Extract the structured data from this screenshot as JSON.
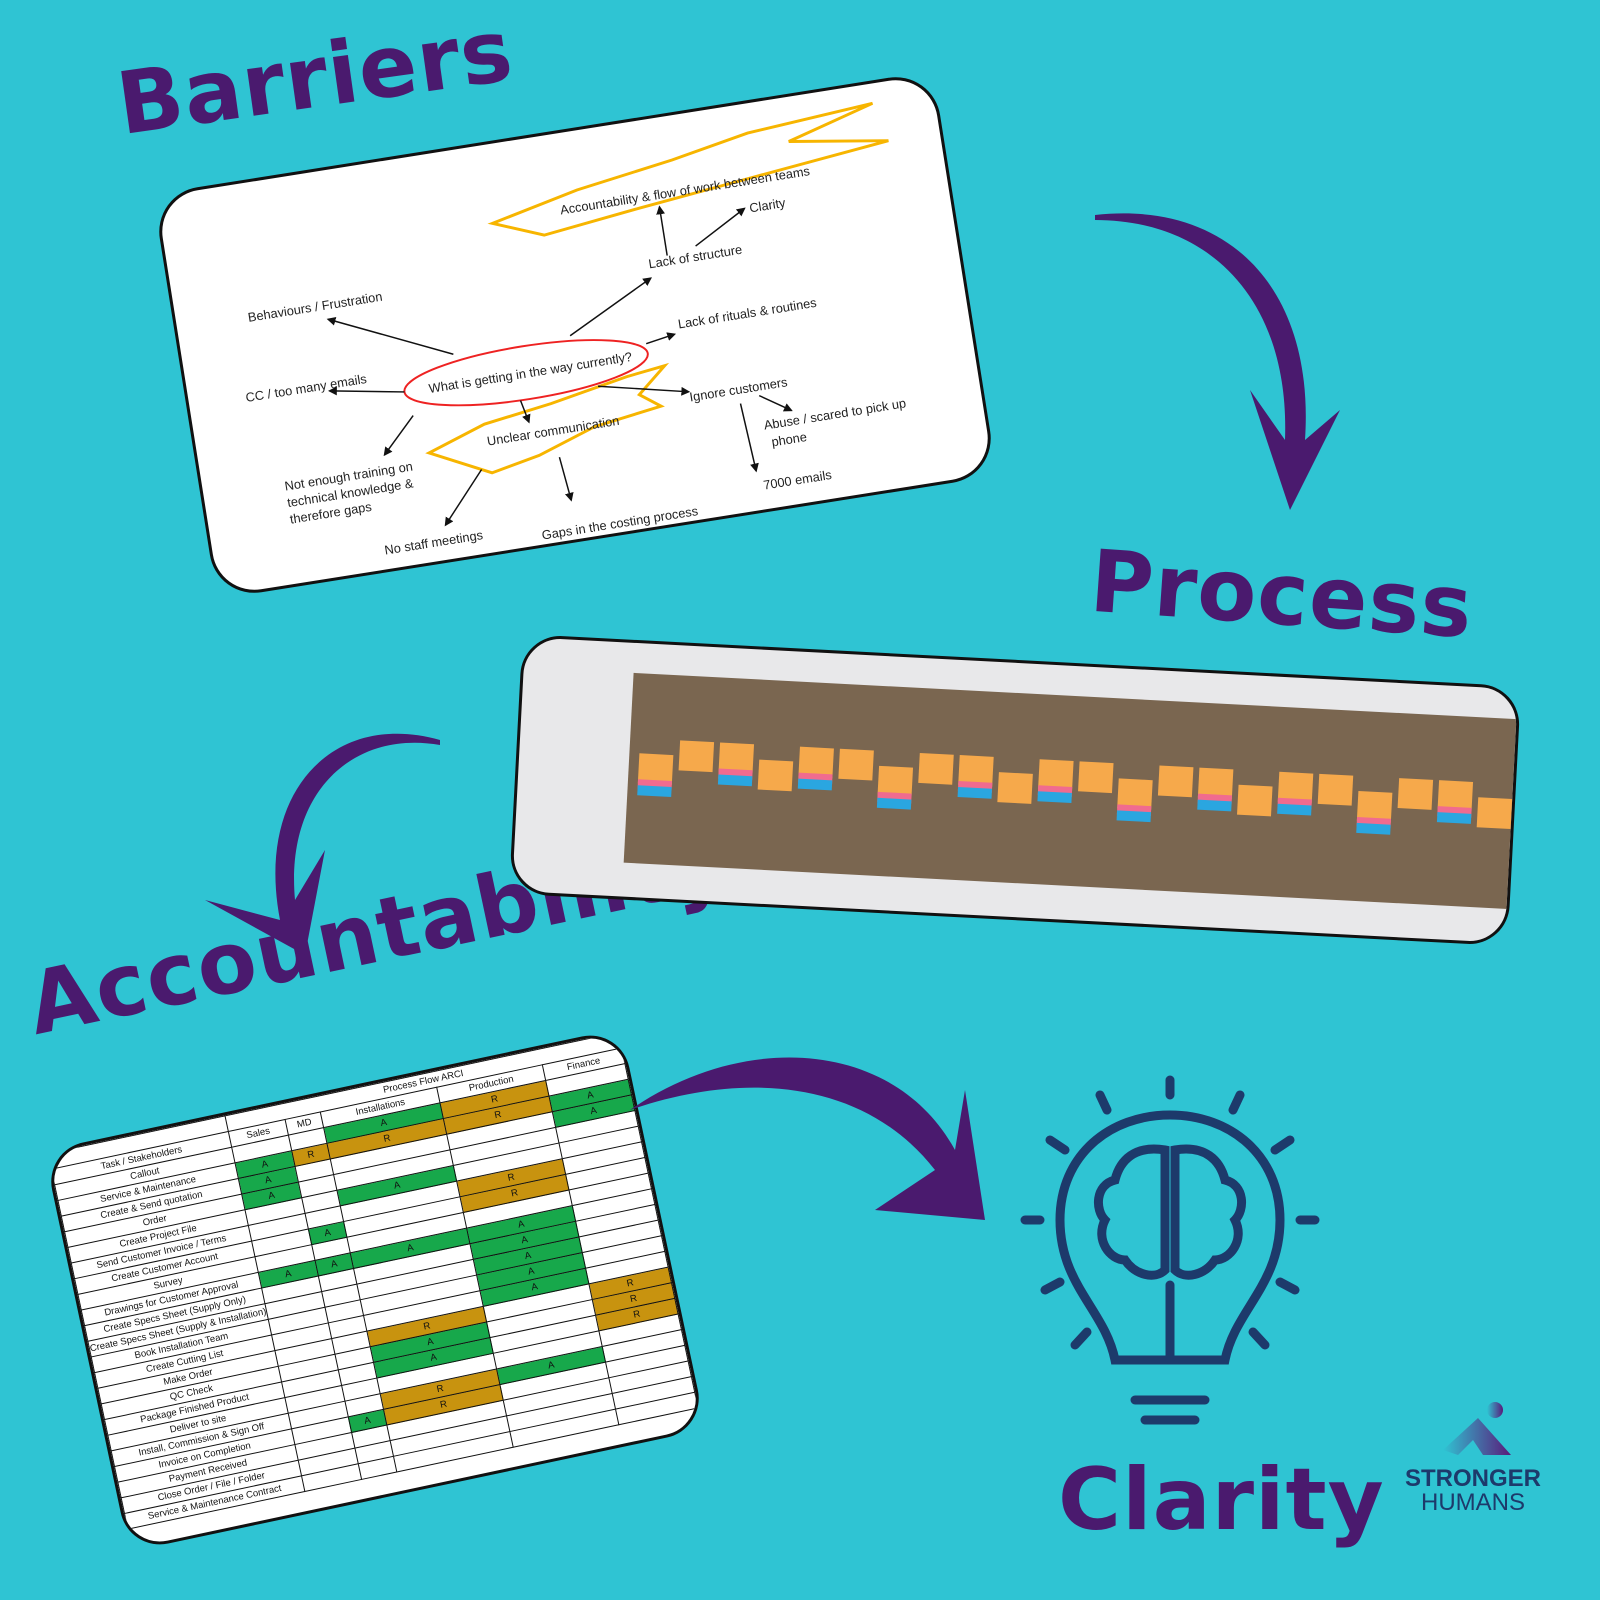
{
  "titles": {
    "barriers": "Barriers",
    "process": "Process",
    "accountability": "Accountability",
    "clarity": "Clarity"
  },
  "mindmap": {
    "center": "What is getting in the way currently?",
    "nodes": [
      "Accountability & flow of work between teams",
      "Clarity",
      "Lack of structure",
      "Behaviours / Frustration",
      "CC / too many emails",
      "Lack of rituals & routines",
      "Ignore customers",
      "Abuse / scared to pick up",
      "phone",
      "7000 emails",
      "Unclear communication",
      "Not enough training on",
      "technical knowledge &",
      "therefore gaps",
      "No staff meetings",
      "Gaps in the costing process"
    ]
  },
  "arci": {
    "title": "Process Flow ARCI",
    "headers": [
      "Task / Stakeholders",
      "Sales",
      "MD",
      "Installations",
      "Production",
      "Finance"
    ],
    "rows": [
      [
        "Callout",
        "",
        "",
        "A",
        "R",
        ""
      ],
      [
        "Service & Maintenance",
        "A",
        "R",
        "R",
        "R",
        "A"
      ],
      [
        "Create & Send quotation",
        "A",
        "",
        "",
        "",
        "A"
      ],
      [
        "Order",
        "A",
        "",
        "",
        "",
        ""
      ],
      [
        "Create Project File",
        "",
        "",
        "A",
        "",
        ""
      ],
      [
        "Send Customer Invoice / Terms",
        "",
        "",
        "",
        "R",
        ""
      ],
      [
        "Create Customer Account",
        "",
        "A",
        "",
        "R",
        ""
      ],
      [
        "Survey",
        "",
        "",
        "",
        "",
        ""
      ],
      [
        "Drawings for Customer Approval",
        "A",
        "A",
        "A",
        "A",
        ""
      ],
      [
        "Create Specs Sheet (Supply Only)",
        "",
        "",
        "",
        "A",
        ""
      ],
      [
        "Create Specs Sheet (Supply & Installation)",
        "",
        "",
        "",
        "A",
        ""
      ],
      [
        "Book Installation Team",
        "",
        "",
        "",
        "A",
        ""
      ],
      [
        "Create Cutting List",
        "",
        "",
        "",
        "A",
        ""
      ],
      [
        "Make Order",
        "",
        "",
        "R",
        "",
        "R"
      ],
      [
        "QC Check",
        "",
        "",
        "A",
        "",
        "R"
      ],
      [
        "Package Finished Product",
        "",
        "",
        "A",
        "",
        "R"
      ],
      [
        "Deliver to site",
        "",
        "",
        "",
        "",
        ""
      ],
      [
        "Install, Commission & Sign Off",
        "",
        "",
        "R",
        "A",
        ""
      ],
      [
        "Invoice on Completion",
        "",
        "A",
        "R",
        "",
        ""
      ],
      [
        "Payment Received",
        "",
        "",
        "",
        "",
        ""
      ],
      [
        "Close Order / File / Folder",
        "",
        "",
        "",
        "",
        ""
      ],
      [
        "Service & Maintenance Contract",
        "",
        "",
        "",
        "",
        ""
      ]
    ]
  },
  "logo": {
    "line1": "STRONGER",
    "line2": "HUMANS"
  },
  "colors": {
    "background": "#2fc4d3",
    "title": "#4a1a6e",
    "accountable": "#17a84b",
    "responsible": "#c8930f",
    "icon": "#1d3a6b"
  }
}
